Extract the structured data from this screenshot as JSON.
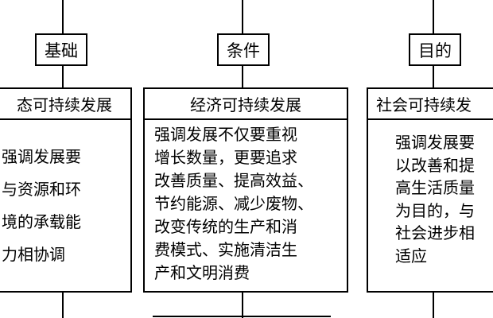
{
  "labels": {
    "left": "基础",
    "middle": "条件",
    "right": "目的"
  },
  "titles": {
    "left": "态可持续发展",
    "middle": "经济可持续发展",
    "right": "社会可持续发"
  },
  "bodies": {
    "left": [
      "强调发展要",
      "与资源和环",
      "境的承载能",
      "力相协调"
    ],
    "middle": [
      "强调发展不仅要重视",
      "增长数量，更要追求",
      "改善质量、提高效益、",
      "节约能源、减少废物、",
      "改变传统的生产和消",
      "费模式、实施清洁生",
      "产和文明消费"
    ],
    "right": [
      "强调发展要",
      "以改善和提",
      "高生活质量",
      "为目的，与",
      "社会进步相",
      "适应"
    ]
  }
}
